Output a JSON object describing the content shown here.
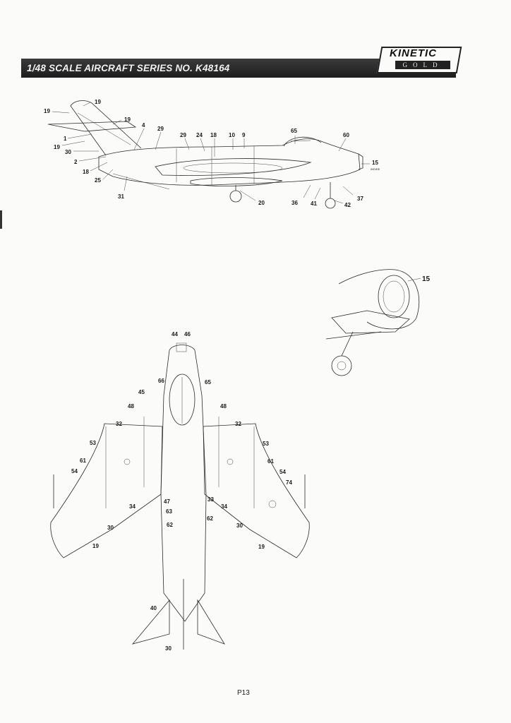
{
  "header": {
    "title": "1/48 SCALE  AIRCRAFT  SERIES NO. K48164",
    "logo_main": "KINETIC",
    "logo_sub": "GOLD"
  },
  "side_view": {
    "callouts": [
      "19",
      "19",
      "19",
      "4",
      "29",
      "29",
      "24",
      "18",
      "10",
      "9",
      "65",
      "60",
      "1",
      "19",
      "30",
      "2",
      "18",
      "25",
      "31",
      "20",
      "36",
      "41",
      "42",
      "37",
      "15"
    ],
    "small_note": "INSIDE"
  },
  "detail_view": {
    "callouts": [
      "15"
    ]
  },
  "top_view": {
    "callouts": [
      "44",
      "46",
      "66",
      "65",
      "45",
      "48",
      "48",
      "32",
      "32",
      "53",
      "53",
      "61",
      "61",
      "54",
      "54",
      "74",
      "34",
      "34",
      "47",
      "33",
      "63",
      "62",
      "62",
      "30",
      "30",
      "19",
      "19",
      "40",
      "30"
    ]
  },
  "footer": {
    "page": "P13"
  }
}
